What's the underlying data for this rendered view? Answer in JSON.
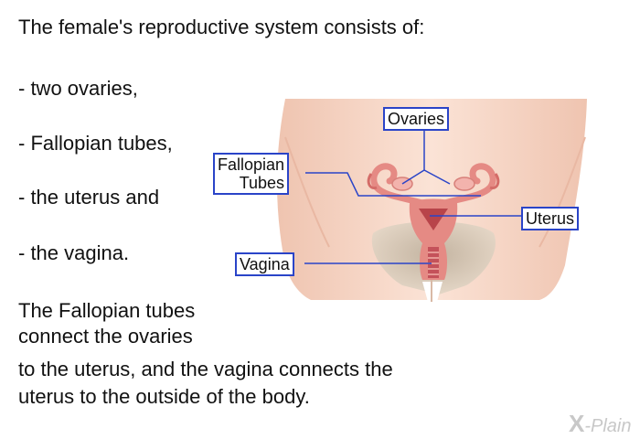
{
  "text": {
    "intro": "The female's reproductive system consists of:",
    "items": [
      "- two ovaries,",
      "- Fallopian tubes,",
      "- the uterus and",
      "- the vagina."
    ],
    "paragraph_lines": [
      "The Fallopian tubes",
      "connect the ovaries",
      "to the uterus, and the vagina connects the",
      "uterus to the outside of the body."
    ]
  },
  "diagram": {
    "labels": {
      "ovaries": "Ovaries",
      "fallopian_line1": "Fallopian",
      "fallopian_line2": "Tubes",
      "uterus": "Uterus",
      "vagina": "Vagina"
    },
    "colors": {
      "label_border": "#2a44c8",
      "leader_line": "#2a44c8",
      "skin": "#f6d6c6",
      "organ": "#e58a84",
      "organ_dark": "#b8444a",
      "hair": "#c7b9a6"
    }
  },
  "logo": {
    "mark": "X",
    "text": "-Plain"
  }
}
